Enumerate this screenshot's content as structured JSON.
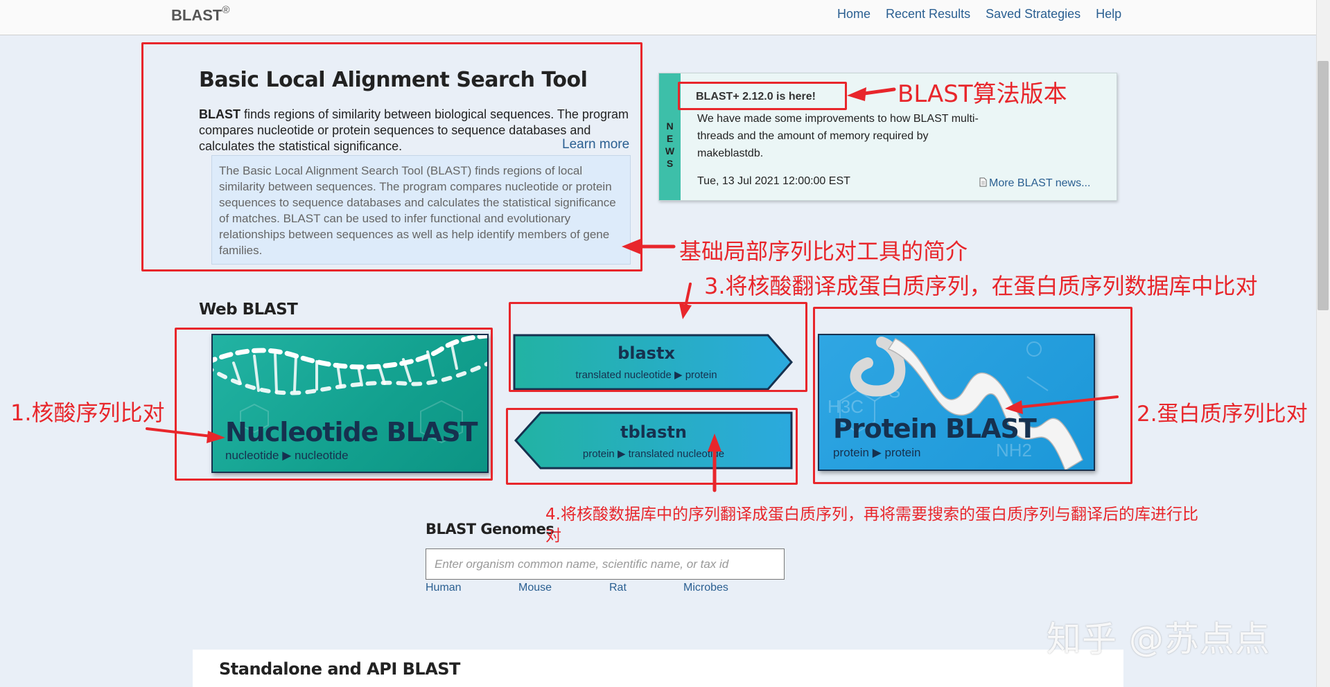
{
  "header": {
    "brand": "BLAST",
    "brand_mark": "®",
    "nav": [
      "Home",
      "Recent Results",
      "Saved Strategies",
      "Help"
    ]
  },
  "intro": {
    "title": "Basic Local Alignment Search Tool",
    "lead_bold": "BLAST",
    "lead_text": " finds regions of similarity between biological sequences. The program compares nucleotide or protein sequences to sequence databases and calculates the statistical significance.",
    "learn_more": "Learn more",
    "description": "The Basic Local Alignment Search Tool (BLAST) finds regions of local similarity between sequences. The program compares nucleotide or protein sequences to sequence databases and calculates the statistical significance of matches. BLAST can be used to infer functional and evolutionary relationships between sequences as well as help identify members of gene families."
  },
  "news": {
    "strip_letters": [
      "N",
      "E",
      "W",
      "S"
    ],
    "headline": "BLAST+ 2.12.0 is here!",
    "body": "We have made some improvements to how BLAST multi-threads and the amount of memory required by makeblastdb.",
    "date": "Tue, 13 Jul 2021 12:00:00 EST",
    "more_link": "More BLAST news..."
  },
  "web_blast": {
    "heading": "Web BLAST",
    "nucleotide": {
      "title": "Nucleotide BLAST",
      "subtitle": "nucleotide ▶ nucleotide"
    },
    "blastx": {
      "title": "blastx",
      "subtitle": "translated nucleotide ▶ protein"
    },
    "tblastn": {
      "title": "tblastn",
      "subtitle": "protein ▶ translated nucleotide"
    },
    "protein": {
      "title": "Protein BLAST",
      "subtitle": "protein ▶ protein"
    }
  },
  "genomes": {
    "heading": "BLAST Genomes",
    "placeholder": "Enter organism common name, scientific name, or tax id",
    "links": [
      "Human",
      "Mouse",
      "Rat",
      "Microbes"
    ]
  },
  "standalone": {
    "heading": "Standalone and API BLAST"
  },
  "annotations": {
    "version": "BLAST算法版本",
    "intro": "基础局部序列比对工具的简介",
    "blastx": "3.将核酸翻译成蛋白质序列，在蛋白质序列数据库中比对",
    "nucleotide": "1.核酸序列比对",
    "protein": "2.蛋白质序列比对",
    "tblastn": "4.将核酸数据库中的序列翻译成蛋白质序列，再将需要搜索的蛋白质序列与翻译后的库进行比",
    "tblastn_wrap": "对",
    "color": "#e8262b"
  },
  "watermark": "知乎 @苏点点"
}
